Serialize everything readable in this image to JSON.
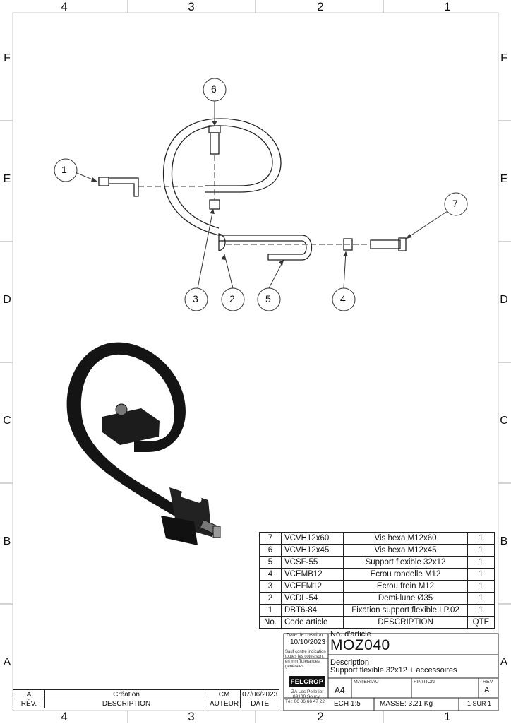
{
  "zones": {
    "columns": [
      "4",
      "3",
      "2",
      "1"
    ],
    "rows": [
      "F",
      "E",
      "D",
      "C",
      "B",
      "A"
    ]
  },
  "balloons": [
    "1",
    "2",
    "3",
    "4",
    "5",
    "6",
    "7"
  ],
  "bom": {
    "headers": {
      "no": "No.",
      "code": "Code article",
      "description": "DESCRIPTION",
      "qty": "QTE"
    },
    "rows": [
      {
        "no": "7",
        "code": "VCVH12x60",
        "description": "Vis hexa M12x60",
        "qty": "1"
      },
      {
        "no": "6",
        "code": "VCVH12x45",
        "description": "Vis hexa M12x45",
        "qty": "1"
      },
      {
        "no": "5",
        "code": "VCSF-55",
        "description": "Support flexible 32x12",
        "qty": "1"
      },
      {
        "no": "4",
        "code": "VCEMB12",
        "description": "Ecrou rondelle M12",
        "qty": "1"
      },
      {
        "no": "3",
        "code": "VCEFM12",
        "description": "Ecrou frein M12",
        "qty": "1"
      },
      {
        "no": "2",
        "code": "VCDL-54",
        "description": "Demi-lune Ø35",
        "qty": "1"
      },
      {
        "no": "1",
        "code": "DBT6-84",
        "description": "Fixation support flexible LP.02",
        "qty": "1"
      }
    ]
  },
  "title_block": {
    "creation_date_label": "Date de création",
    "creation_date": "10/10/2023",
    "tolerance_note": "Sauf contre indication toutes les cotes sont en mm Tolérances générales",
    "article_label": "No. d'article",
    "article_number": "MOZ040",
    "description_label": "Description",
    "description": "Support flexible 32x12 + accessoires",
    "company": "FELCROP",
    "address_1": "ZA Les Pelletier",
    "address_2": "89100 Soucy",
    "phone": "Tél: 06 86 66 47 22",
    "format": "A4",
    "material_label": "MATERIAU",
    "finish_label": "FINITION",
    "rev_label": "REV",
    "rev": "A",
    "scale": "ECH 1:5",
    "mass": "MASSE: 3.21 Kg",
    "sheet": "1 SUR 1"
  },
  "revision_table": {
    "row": {
      "rev": "A",
      "description": "Création",
      "author": "CM",
      "date": "07/06/2023"
    },
    "headers": {
      "rev": "RÉV.",
      "description": "DESCRIPTION",
      "author": "AUTEUR",
      "date": "DATE"
    }
  }
}
